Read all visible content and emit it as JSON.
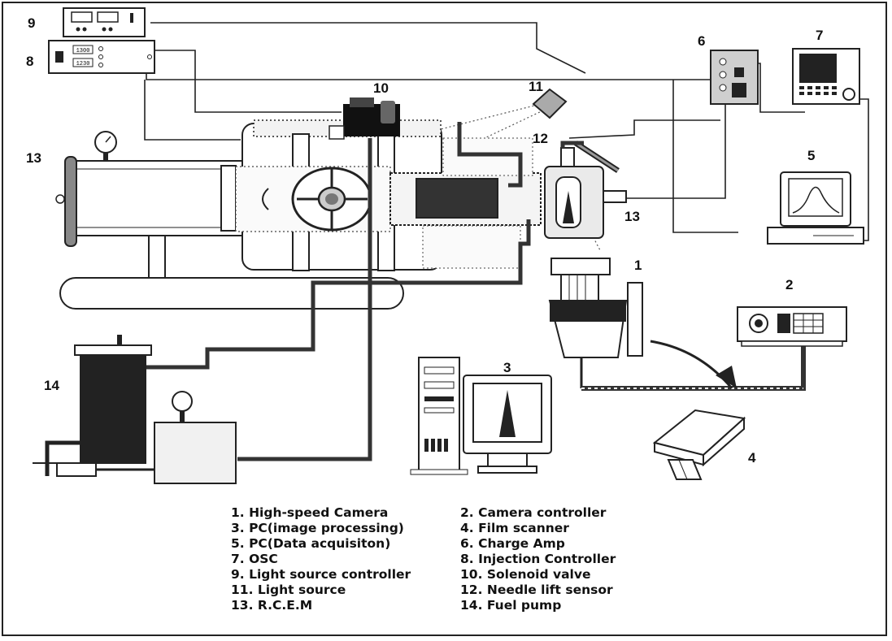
{
  "diagram": {
    "labels": {
      "n1": "1",
      "n2": "2",
      "n3": "3",
      "n4": "4",
      "n5": "5",
      "n6": "6",
      "n7": "7",
      "n8": "8",
      "n9": "9",
      "n10": "10",
      "n11": "11",
      "n12": "12",
      "n13_left": "13",
      "n13_right": "13",
      "n14": "14"
    },
    "panel_readouts": {
      "r1": "1300",
      "r2": "1230"
    }
  },
  "legend": [
    {
      "left": "1. High-speed Camera",
      "right": "2. Camera  controller"
    },
    {
      "left": "3. PC(image processing)",
      "right": "4. Film scanner"
    },
    {
      "left": "5. PC(Data acquisiton)",
      "right": "6. Charge Amp"
    },
    {
      "left": "7. OSC",
      "right": "8. Injection Controller"
    },
    {
      "left": "9. Light source controller",
      "right": "10. Solenoid valve"
    },
    {
      "left": "11. Light source",
      "right": "12. Needle lift sensor"
    },
    {
      "left": "13. R.C.E.M",
      "right": "14. Fuel pump"
    }
  ]
}
